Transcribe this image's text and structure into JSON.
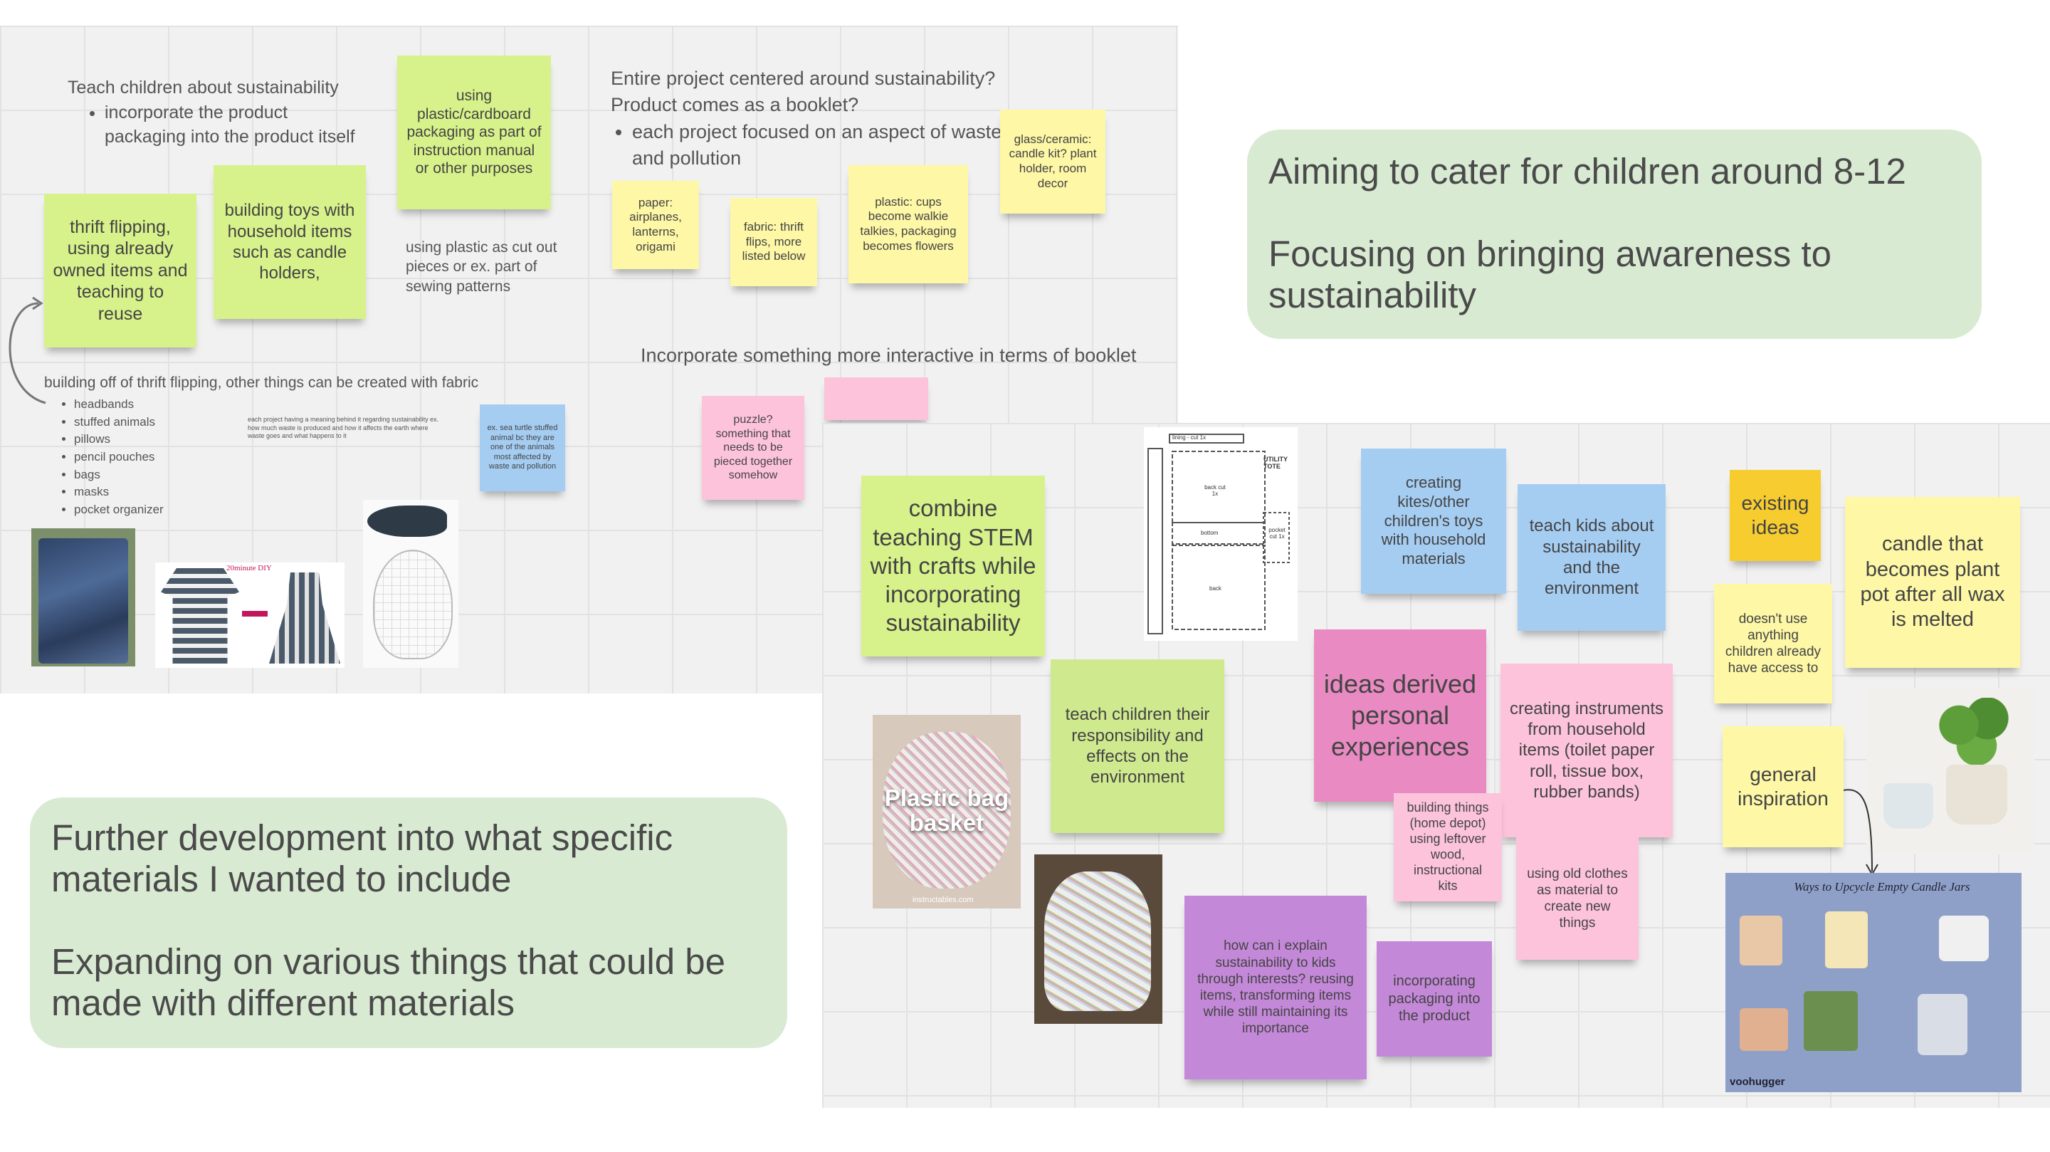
{
  "left_board": {
    "sustainability_text": {
      "heading": "Teach children about sustainability",
      "bullets": [
        "incorporate the product packaging into the product itself"
      ]
    },
    "note_packaging": "using plastic/cardboard packaging as part of instruction manual or other purposes",
    "note_thrift": "thrift flipping, using already owned items and teaching to reuse",
    "note_toys": "building toys with household items such as candle holders,",
    "plastic_text": "using plastic as cut out pieces or ex. part of sewing patterns",
    "project_text": {
      "line1": "Entire project centered around sustainability?",
      "line2": "Product comes as a booklet?",
      "bullet": "each project focused on an aspect of waste and pollution"
    },
    "note_glass": "glass/ceramic: candle kit? plant holder, room decor",
    "note_paper": "paper: airplanes, lanterns, origami",
    "note_fabric": "fabric: thrift flips, more listed below",
    "note_plastic_cups": "plastic: cups become walkie talkies, packaging becomes flowers",
    "interactive_text": "Incorporate something more interactive in terms of booklet",
    "note_puzzle": "puzzle? something that needs to be pieced together somehow",
    "fabric_text": {
      "heading": "building off of thrift flipping, other things can be created with fabric",
      "items": [
        "headbands",
        "stuffed animals",
        "pillows",
        "pencil pouches",
        "bags",
        "masks",
        "pocket organizer"
      ]
    },
    "small_text": "each project having a meaning behind it regarding sustainability ex. how much waste is produced and how it affects the earth where waste goes and what happens to it",
    "note_turtle": "ex. sea turtle stuffed animal bc they are one of the animals most affected by waste and pollution",
    "image_label_diy": "20minute DIY"
  },
  "right_board": {
    "note_stem": "combine teaching STEM with crafts while incorporating sustainability",
    "pattern_title": "UTILITY TOTE",
    "pattern_labels": [
      "lining - cut 1x",
      "back cut 1x",
      "bottom",
      "back",
      "pocket cut 1x"
    ],
    "note_kites": "creating kites/other children's toys with household materials",
    "note_teach_kids": "teach kids about sustainability and the environment",
    "note_existing": "existing ideas",
    "note_candle": "candle that becomes plant pot after all wax is melted",
    "note_doesnt_use": "doesn't use anything children already have access to",
    "note_responsibility": "teach children their responsibility and effects on the environment",
    "note_personal": "ideas derived personal experiences",
    "note_instruments": "creating instruments from household items (toilet paper roll, tissue box, rubber bands)",
    "note_general": "general inspiration",
    "note_building": "building things (home depot) using leftover wood, instructional kits",
    "note_old_clothes": "using old clothes as material to create new things",
    "note_explain": "how can i explain sustainability to kids through interests? reusing items, transforming items while still maintaining its importance",
    "note_incorporating": "incorporating packaging into the product",
    "plastic_bag_label": "Plastic bag basket",
    "plastic_bag_credit": "instructables.com",
    "candle_jars_title": "Ways to Upcycle Empty Candle Jars",
    "candle_jars_brand": "voohugger"
  },
  "panel_top": {
    "para1": "Aiming to cater for children around 8-12",
    "para2": "Focusing on bringing awareness to sustainability"
  },
  "panel_bottom": {
    "para1": "Further development into what specific materials I wanted to include",
    "para2": "Expanding on various things that could be made with different materials"
  }
}
